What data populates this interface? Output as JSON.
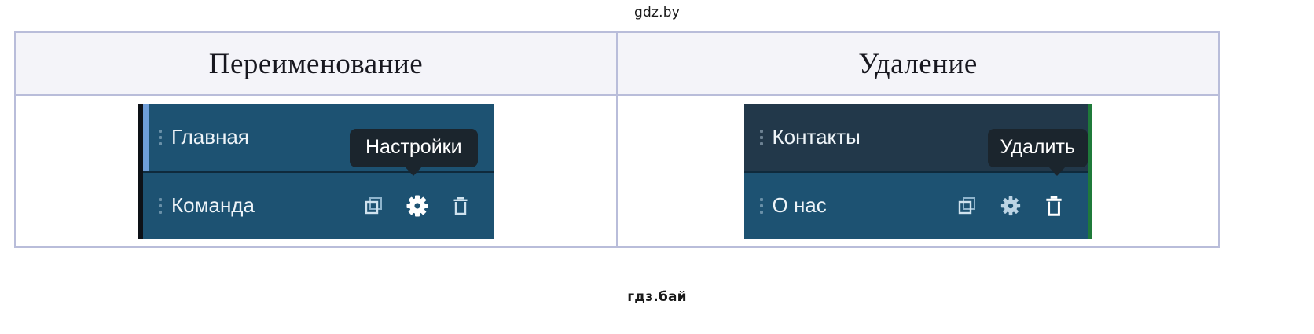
{
  "watermarks": {
    "top": "gdz.by",
    "bottom": "гдз.бай"
  },
  "table": {
    "headers": [
      {
        "label": "Переименование"
      },
      {
        "label": "Удаление"
      }
    ]
  },
  "panels": {
    "rename": {
      "rows": [
        {
          "label": "Главная",
          "state": "selected"
        },
        {
          "label": "Команда",
          "state": "hover"
        }
      ],
      "tooltip": {
        "label": "Настройки"
      },
      "icons": [
        {
          "name": "duplicate-icon",
          "label": "Дублировать",
          "active": false
        },
        {
          "name": "gear-icon",
          "label": "Настройки",
          "active": true
        },
        {
          "name": "trash-icon",
          "label": "Удалить",
          "active": false
        }
      ],
      "accent_color": "#6f9ed8"
    },
    "delete": {
      "rows": [
        {
          "label": "Контакты",
          "state": "dark"
        },
        {
          "label": "О нас",
          "state": "hover"
        }
      ],
      "tooltip": {
        "label": "Удалить"
      },
      "icons": [
        {
          "name": "duplicate-icon",
          "label": "Дублировать",
          "active": false
        },
        {
          "name": "gear-icon",
          "label": "Настройки",
          "active": false
        },
        {
          "name": "trash-icon",
          "label": "Удалить",
          "active": true
        }
      ],
      "accent_color": "#1f7a3a"
    }
  },
  "colors": {
    "panel_blue": "#1d5272",
    "row_dark": "#22384a",
    "tooltip_bg": "#1b252d",
    "table_border": "#b9bdda",
    "header_bg": "#f4f4f9"
  }
}
